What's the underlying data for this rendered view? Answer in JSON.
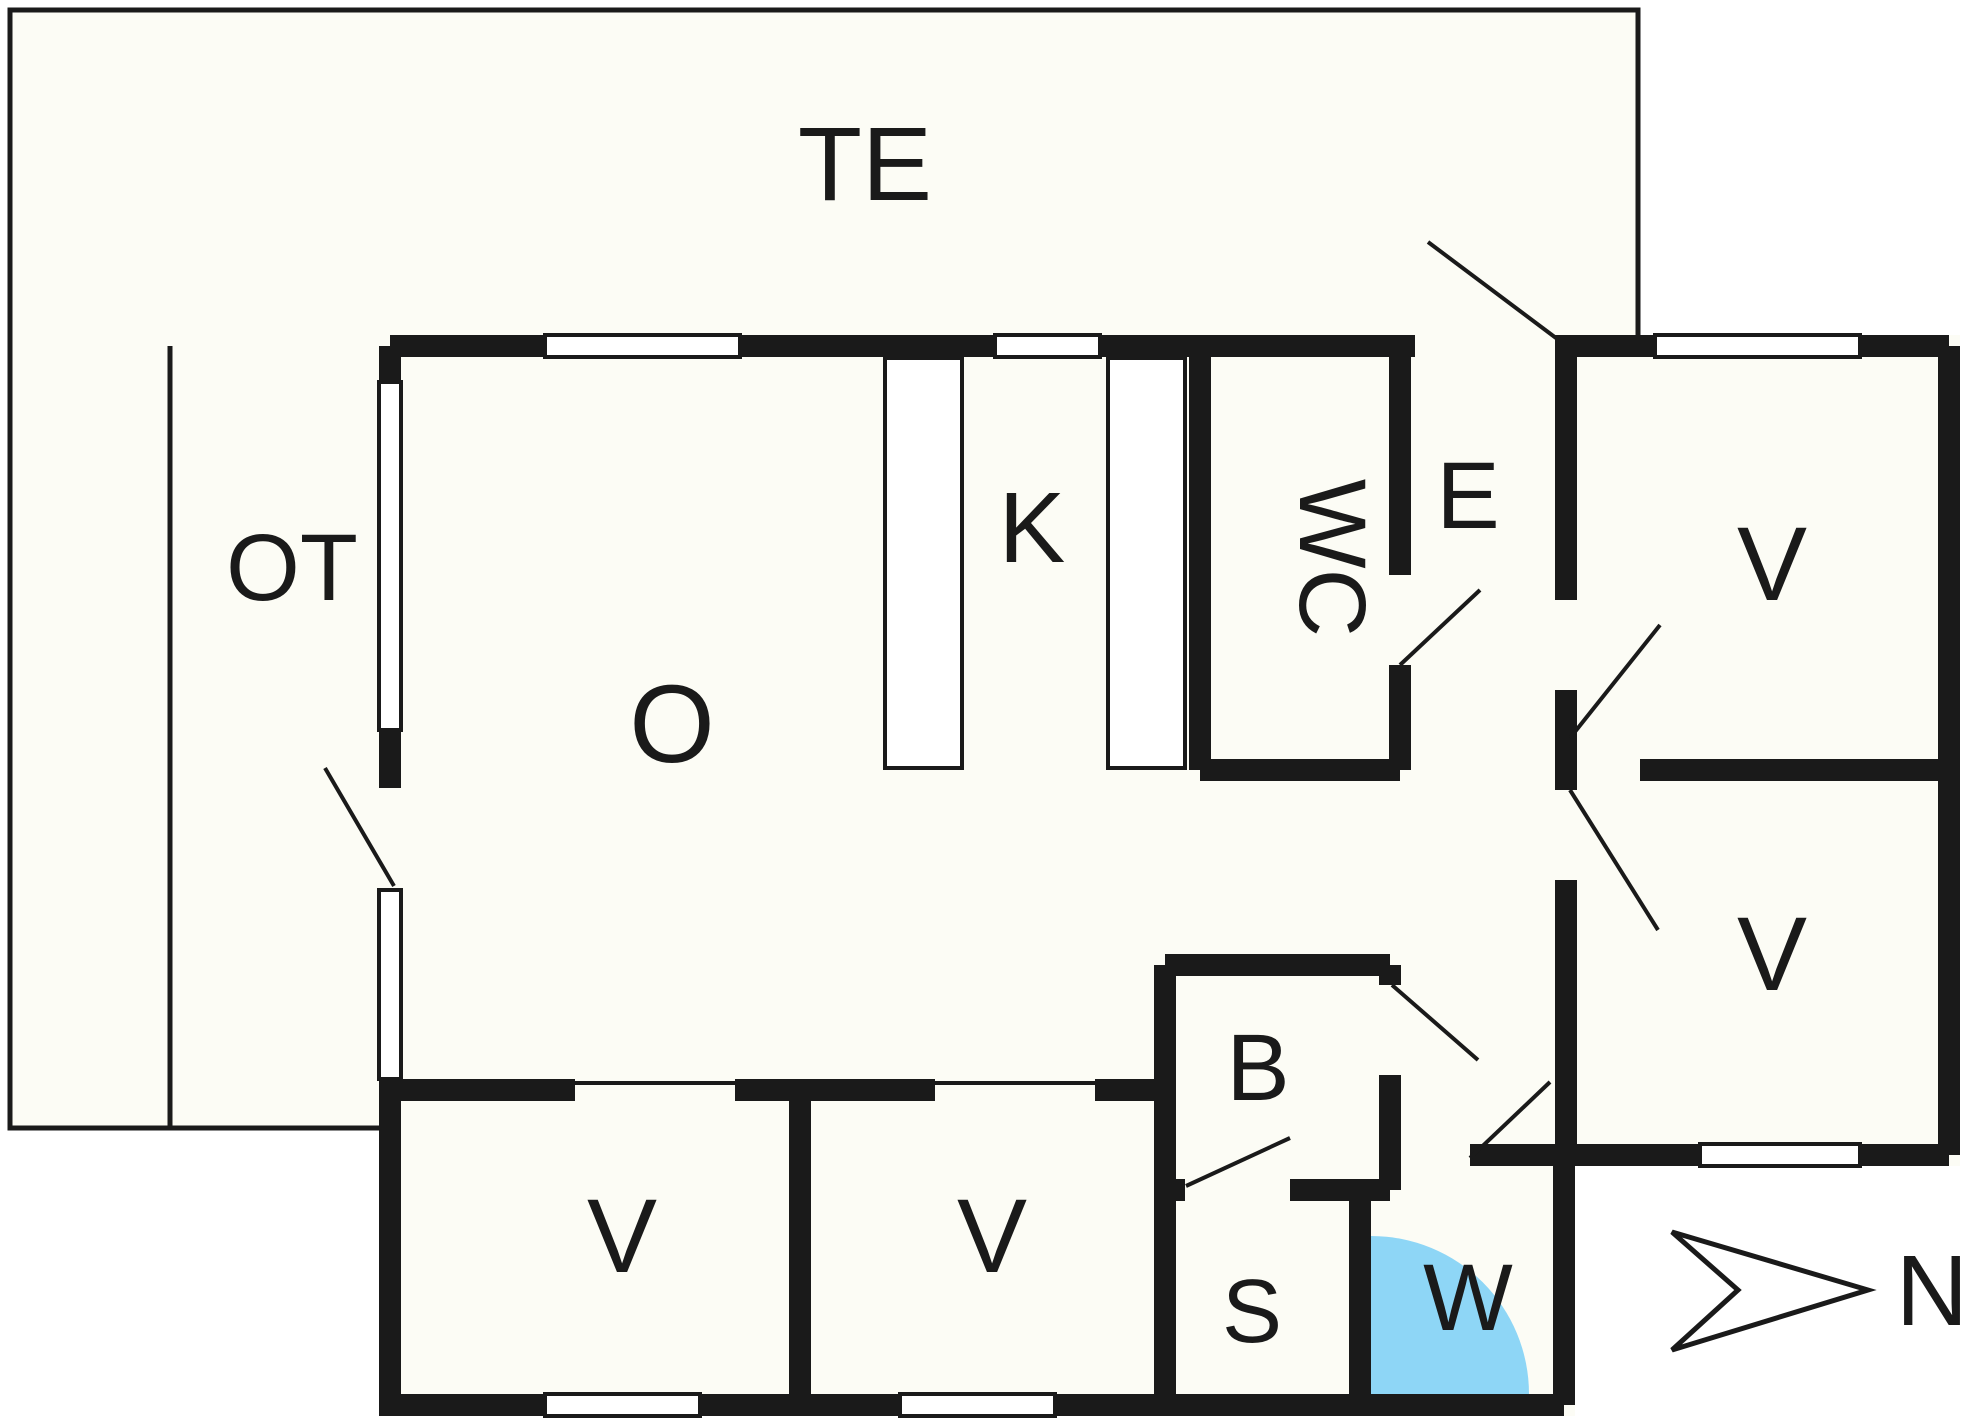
{
  "rooms": {
    "terrace": {
      "label": "TE"
    },
    "covered_terrace": {
      "label": "OT"
    },
    "living": {
      "label": "O"
    },
    "kitchen": {
      "label": "K"
    },
    "wc": {
      "label": "WC"
    },
    "entry": {
      "label": "E"
    },
    "bedroom_northeast": {
      "label": "V"
    },
    "bedroom_southeast": {
      "label": "V"
    },
    "bedroom_south_left": {
      "label": "V"
    },
    "bedroom_south_mid": {
      "label": "V"
    },
    "bathroom": {
      "label": "B"
    },
    "sauna": {
      "label": "S"
    },
    "shower": {
      "label": "W"
    }
  },
  "compass": {
    "north_label": "N"
  },
  "colors": {
    "wall": "#1a1a1a",
    "floor": "#fcfcf5",
    "shower_fill": "#8ed6f6"
  }
}
